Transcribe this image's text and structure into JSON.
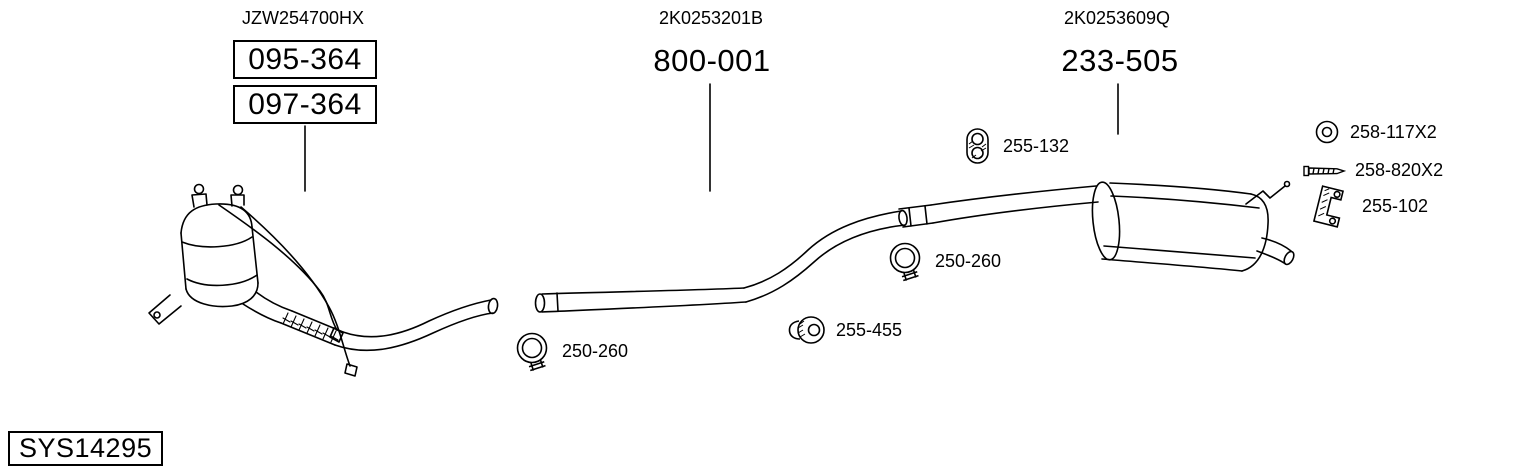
{
  "diagram": {
    "groups": [
      {
        "ref_code": "JZW254700HX",
        "parts": [
          "095-364",
          "097-364"
        ]
      },
      {
        "ref_code": "2K0253201B",
        "parts": [
          "800-001"
        ]
      },
      {
        "ref_code": "2K0253609Q",
        "parts": [
          "233-505"
        ]
      }
    ],
    "callouts": [
      {
        "part": "255-132",
        "icon": "rubber-mount-icon"
      },
      {
        "part": "250-260",
        "icon": "pipe-clamp-icon"
      },
      {
        "part": "250-260",
        "icon": "pipe-clamp-icon"
      },
      {
        "part": "255-455",
        "icon": "rubber-hanger-icon"
      },
      {
        "part": "258-117X2",
        "icon": "washer-icon"
      },
      {
        "part": "258-820X2",
        "icon": "screw-icon"
      },
      {
        "part": "255-102",
        "icon": "bracket-icon"
      }
    ],
    "system_code": "SYS14295",
    "colors": {
      "line": "#000000",
      "background": "#ffffff"
    }
  }
}
